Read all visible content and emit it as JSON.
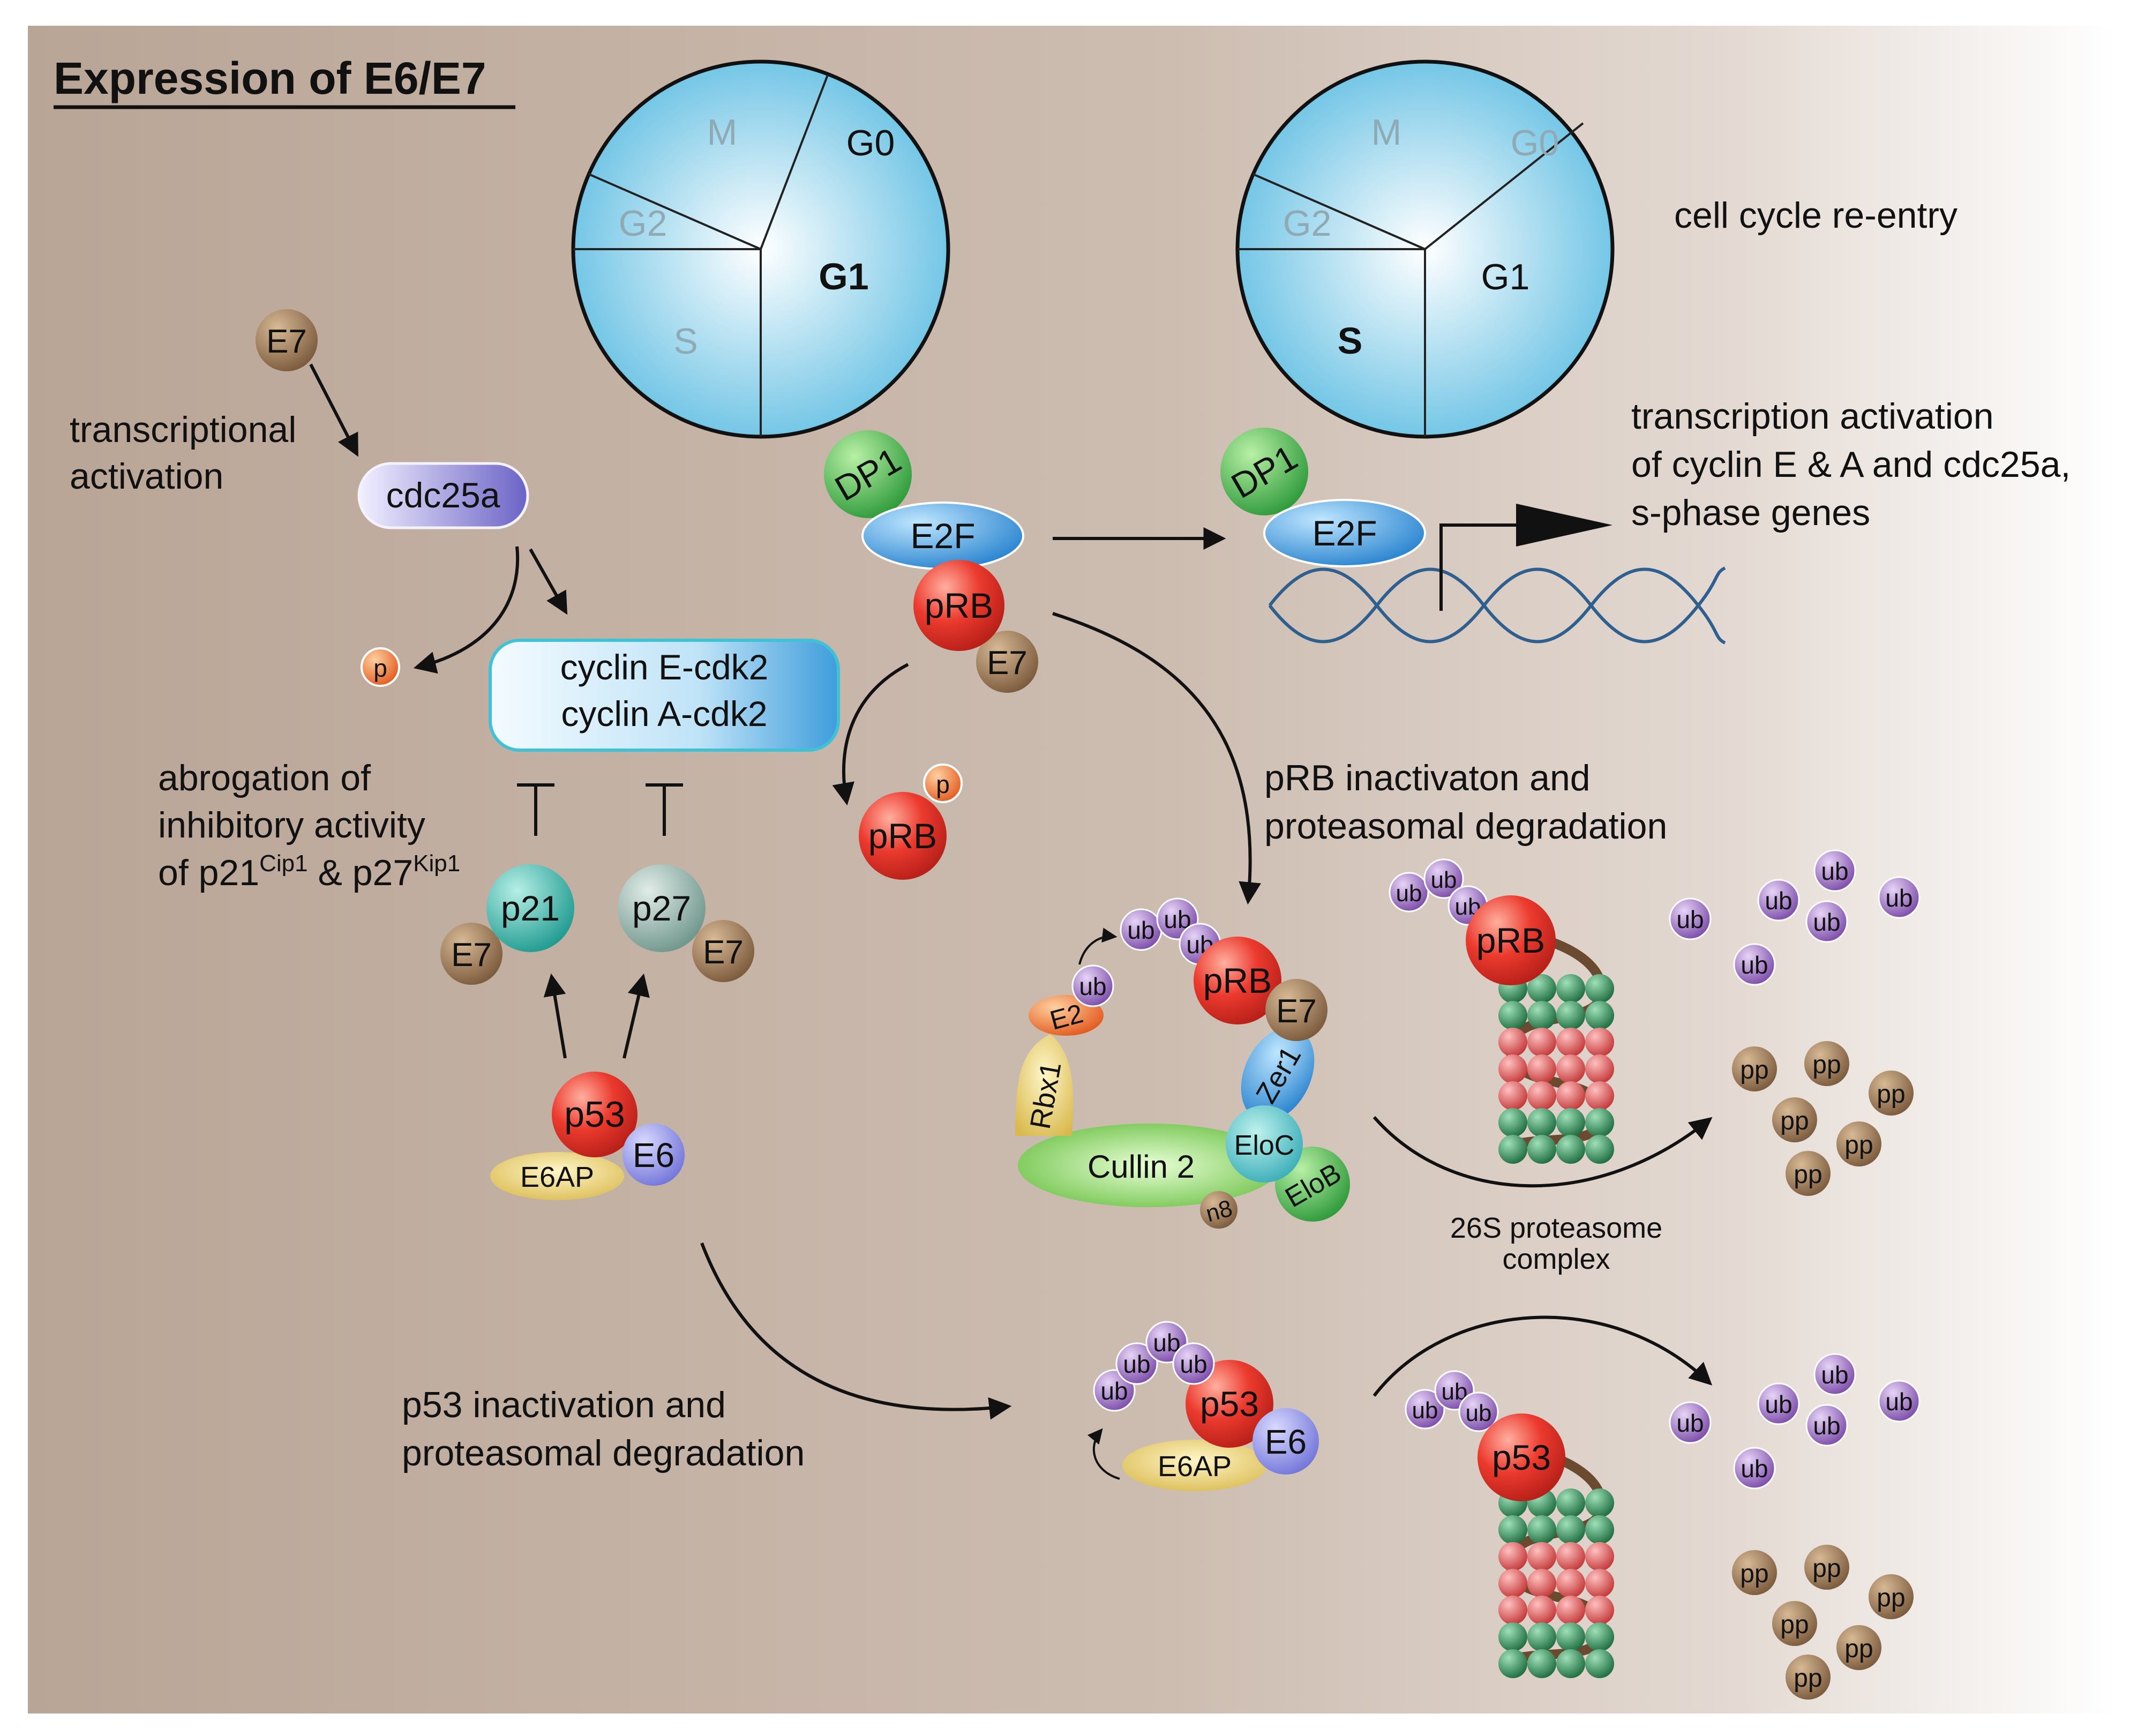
{
  "title": "Expression of E6/E7",
  "cycles": {
    "left": {
      "M": "M",
      "G0": "G0",
      "G2": "G2",
      "G1": "G1",
      "S": "S"
    },
    "right": {
      "M": "M",
      "G0": "G0",
      "G2": "G2",
      "G1": "G1",
      "S": "S"
    }
  },
  "labels": {
    "cell_cycle_reentry": "cell cycle re-entry",
    "transcriptional_1": "transcriptional",
    "transcriptional_2": "activation",
    "transcription_act_1": "transcription activation",
    "transcription_act_2": "of cyclin E & A and cdc25a,",
    "transcription_act_3": "s-phase genes",
    "abrogation_1": "abrogation of",
    "abrogation_2": "inhibitory activity",
    "abrogation_3a": "of p21",
    "abrogation_3b": "Cip1",
    "abrogation_3c": " & p27",
    "abrogation_3d": "Kip1",
    "prb_inact_1": "pRB inactivaton and",
    "prb_inact_2": "proteasomal degradation",
    "p53_inact_1": "p53 inactivation and",
    "p53_inact_2": "proteasomal degradation",
    "proteasome_1": "26S proteasome",
    "proteasome_2": "complex"
  },
  "proteins": {
    "E7": "E7",
    "E6": "E6",
    "cdc25a": "cdc25a",
    "cyclinE": "cyclin E-cdk2",
    "cyclinA": "cyclin A-cdk2",
    "p": "p",
    "p21": "p21",
    "p27": "p27",
    "p53": "p53",
    "E6AP": "E6AP",
    "DP1": "DP1",
    "E2F": "E2F",
    "pRB": "pRB",
    "ub": "ub",
    "pp": "pp",
    "E2": "E2",
    "Rbx1": "Rbx1",
    "Zer1": "Zer1",
    "Cullin2": "Cullin 2",
    "EloC": "EloC",
    "EloB": "EloB",
    "n8": "n8"
  },
  "colors": {
    "background_left": "#baa89a",
    "background_right": "#ffffff",
    "brown": "#8b6a4a",
    "red": "#e8322a",
    "teal": "#2fb3a8",
    "grey_teal": "#8fb0a6",
    "purple": "#9b6fc4",
    "green": "#4caf50",
    "blue": "#2f8fd8",
    "cycle_blue": "#7fcde8",
    "proteasome_green": "#2e7d4f",
    "proteasome_red": "#d94848"
  }
}
